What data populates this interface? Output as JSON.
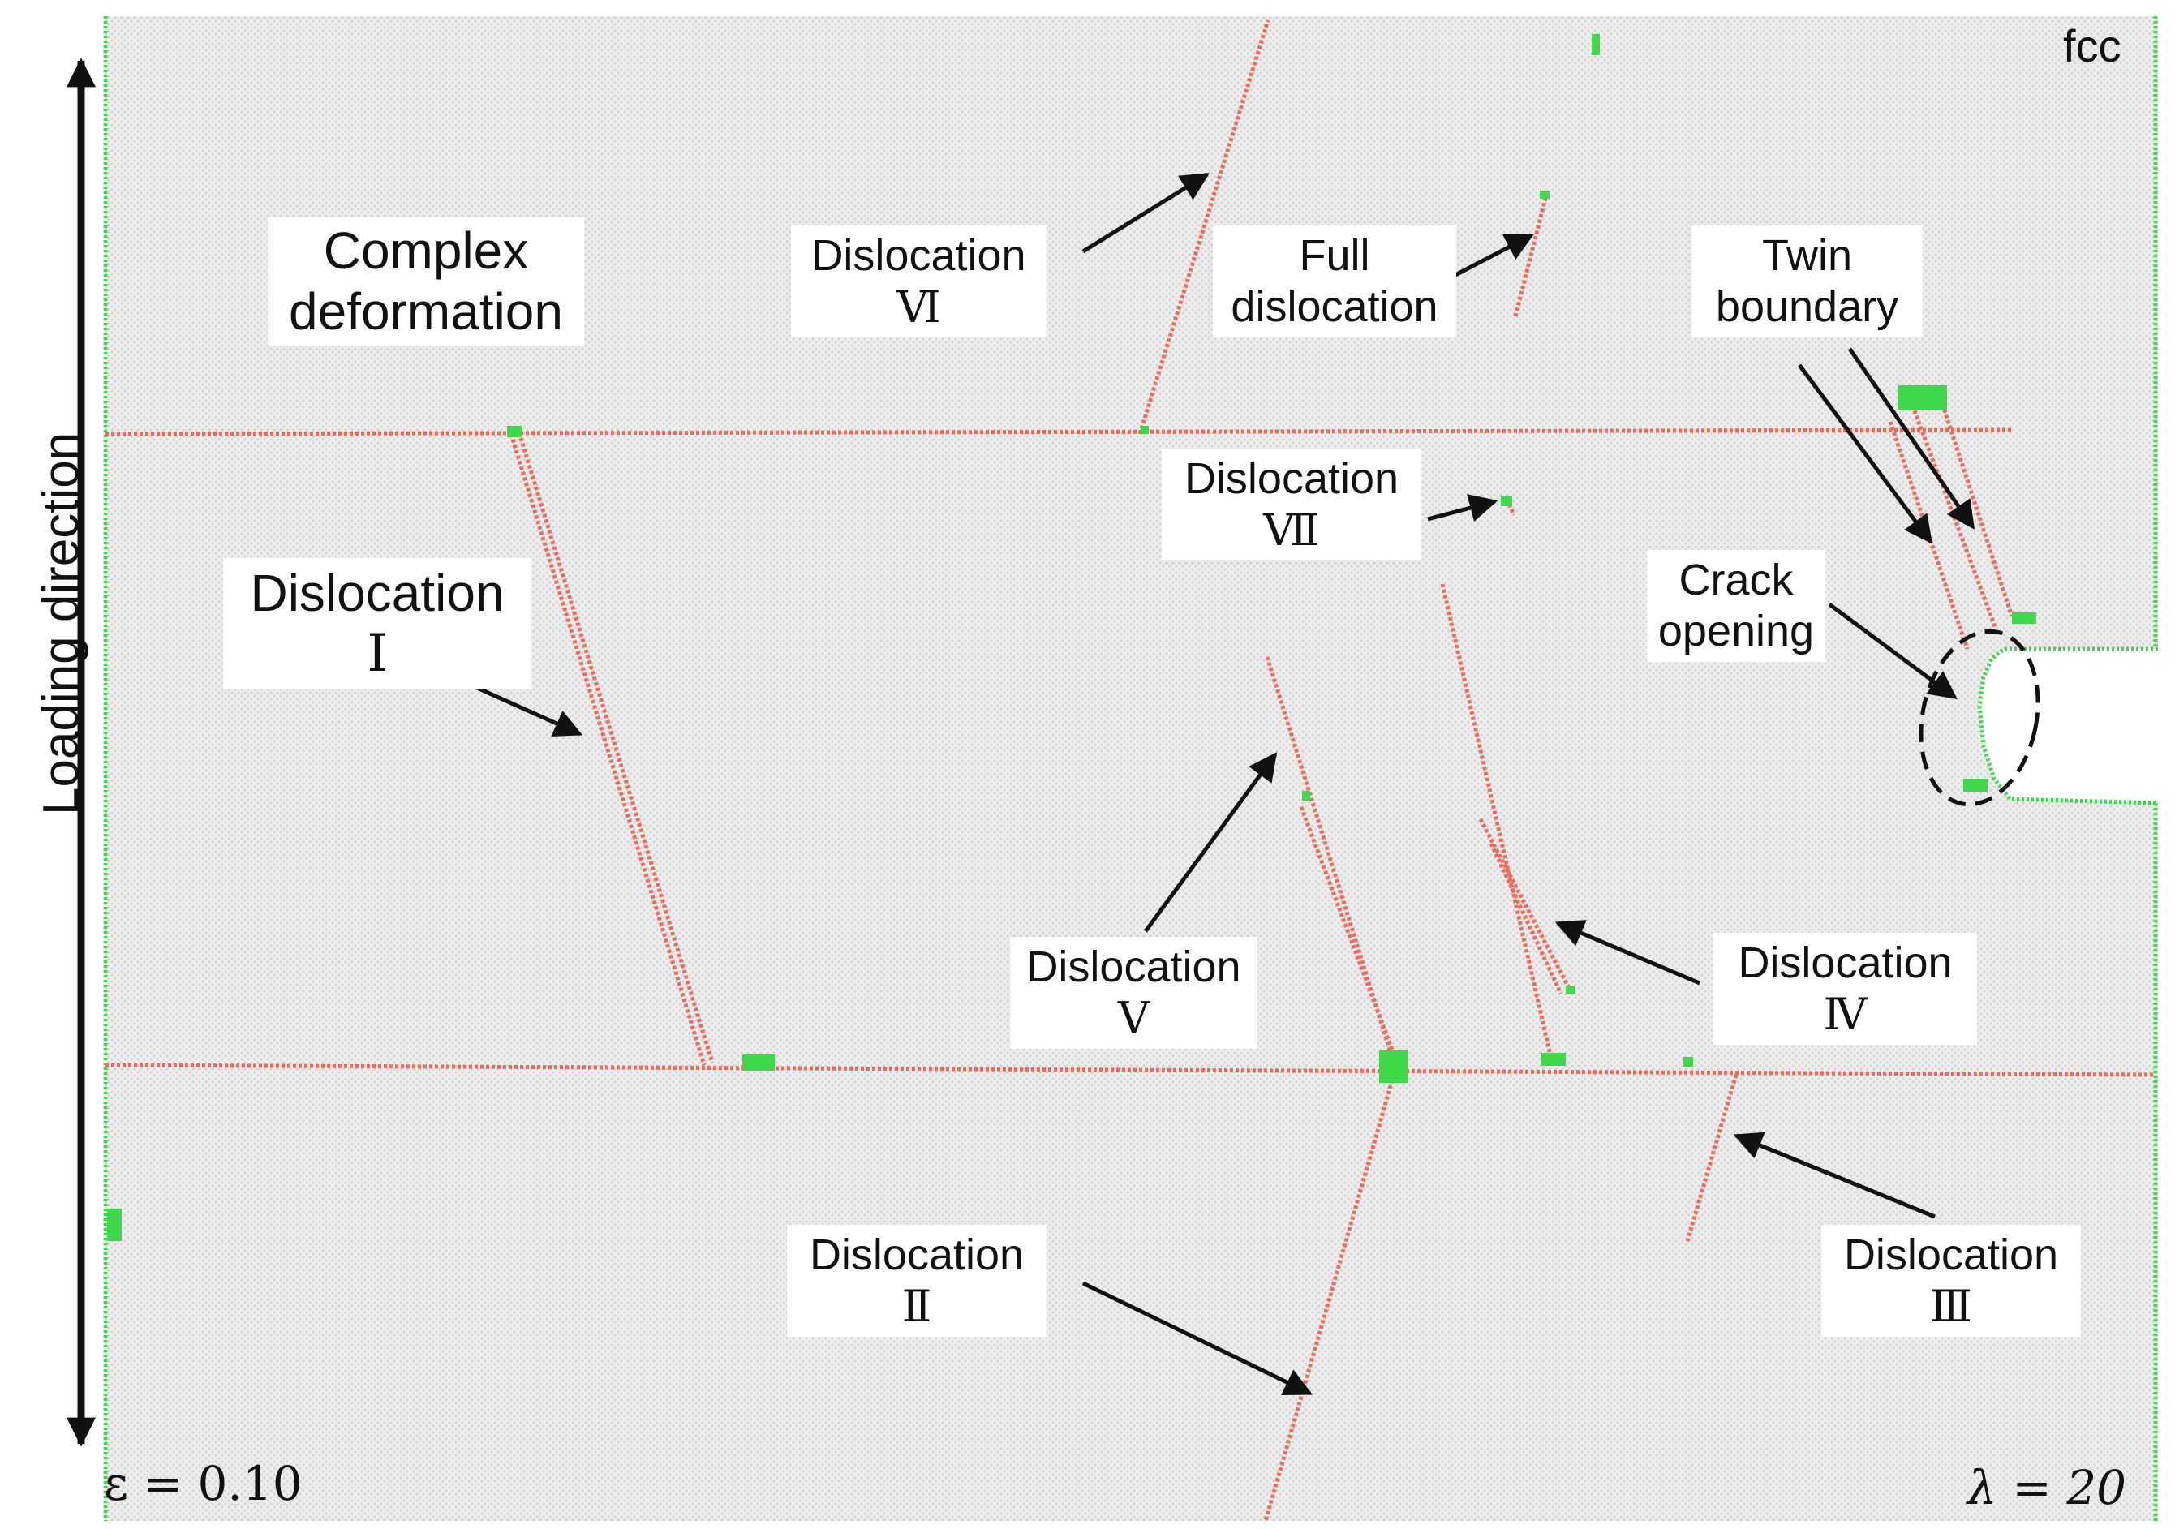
{
  "corner_top_right": "fcc",
  "strain_label": "ε = 0.10",
  "lambda_label": "λ = 20",
  "axis_label": "Loading direction",
  "labels": {
    "complex": [
      "Complex",
      "deformation"
    ],
    "dislocation_vi": [
      "Dislocation",
      "Ⅵ"
    ],
    "full_dislocation": [
      "Full",
      "dislocation"
    ],
    "twin_boundary": [
      "Twin",
      "boundary"
    ],
    "dislocation_vii": [
      "Dislocation",
      "Ⅶ"
    ],
    "dislocation_i": [
      "Dislocation",
      "Ⅰ"
    ],
    "crack_opening": [
      "Crack",
      "opening"
    ],
    "dislocation_v": [
      "Dislocation",
      "Ⅴ"
    ],
    "dislocation_iv": [
      "Dislocation",
      "Ⅳ"
    ],
    "dislocation_ii": [
      "Dislocation",
      "Ⅱ"
    ],
    "dislocation_iii": [
      "Dislocation",
      "Ⅲ"
    ]
  },
  "colors": {
    "background_atoms": "#dcdcdc",
    "stacking_fault": "#f06a5a",
    "defect_atoms": "#3fd84a",
    "annotation": "#111111"
  }
}
